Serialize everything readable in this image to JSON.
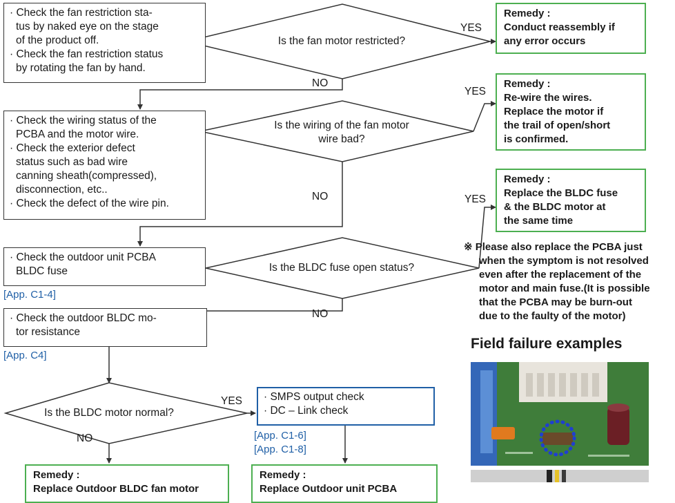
{
  "box1": [
    "· Check the fan restriction sta-",
    "tus by naked eye on the stage",
    "of the product off.",
    "· Check the fan restriction status",
    "by rotating the fan by hand."
  ],
  "box2": [
    "· Check the wiring status of the",
    "PCBA and the motor wire.",
    "· Check the exterior defect",
    "status such as bad wire",
    "canning sheath(compressed),",
    "disconnection, etc..",
    "· Check the defect of the wire pin."
  ],
  "box3": [
    "· Check the outdoor unit PCBA",
    "BLDC fuse"
  ],
  "box4": [
    "· Check the outdoor BLDC mo-",
    "tor resistance"
  ],
  "box5": [
    "· SMPS output check",
    "· DC – Link check"
  ],
  "refs": {
    "r1": "[App. C1-4]",
    "r2": "[App. C4]",
    "r3": "[App. C1-6]",
    "r4": "[App. C1-8]"
  },
  "decisions": {
    "d1": "Is the fan motor restricted?",
    "d2_l1": "Is the wiring of the fan motor",
    "d2_l2": "wire bad?",
    "d3": "Is the BLDC fuse open status?",
    "d4": "Is the BLDC motor normal?"
  },
  "labels": {
    "yes": "YES",
    "no": "NO"
  },
  "remedies": {
    "rem1": [
      "Remedy :",
      "Conduct reassembly if",
      "any error occurs"
    ],
    "rem2": [
      "Remedy :",
      "Re-wire the wires.",
      "Replace the motor if",
      "the trail of open/short",
      "is confirmed."
    ],
    "rem3": [
      "Remedy :",
      "Replace the BLDC fuse",
      "& the BLDC motor at",
      "the same time"
    ],
    "rem4": [
      "Remedy :",
      "Replace Outdoor BLDC fan motor"
    ],
    "rem5": [
      "Remedy :",
      "Replace Outdoor unit PCBA"
    ]
  },
  "note": [
    "※ Please also replace the PCBA just",
    "when the symptom is not resolved",
    "even after the replacement of the",
    "motor and main fuse.(It is possible",
    "that the PCBA may be burn-out",
    "due to the faulty of the motor)"
  ],
  "field_title": "Field failure examples",
  "colors": {
    "remedy_border": "#4caf50",
    "ref_text": "#1f5fa6",
    "check_border": "#1f5fa6",
    "circle": "#1f3fd0"
  }
}
